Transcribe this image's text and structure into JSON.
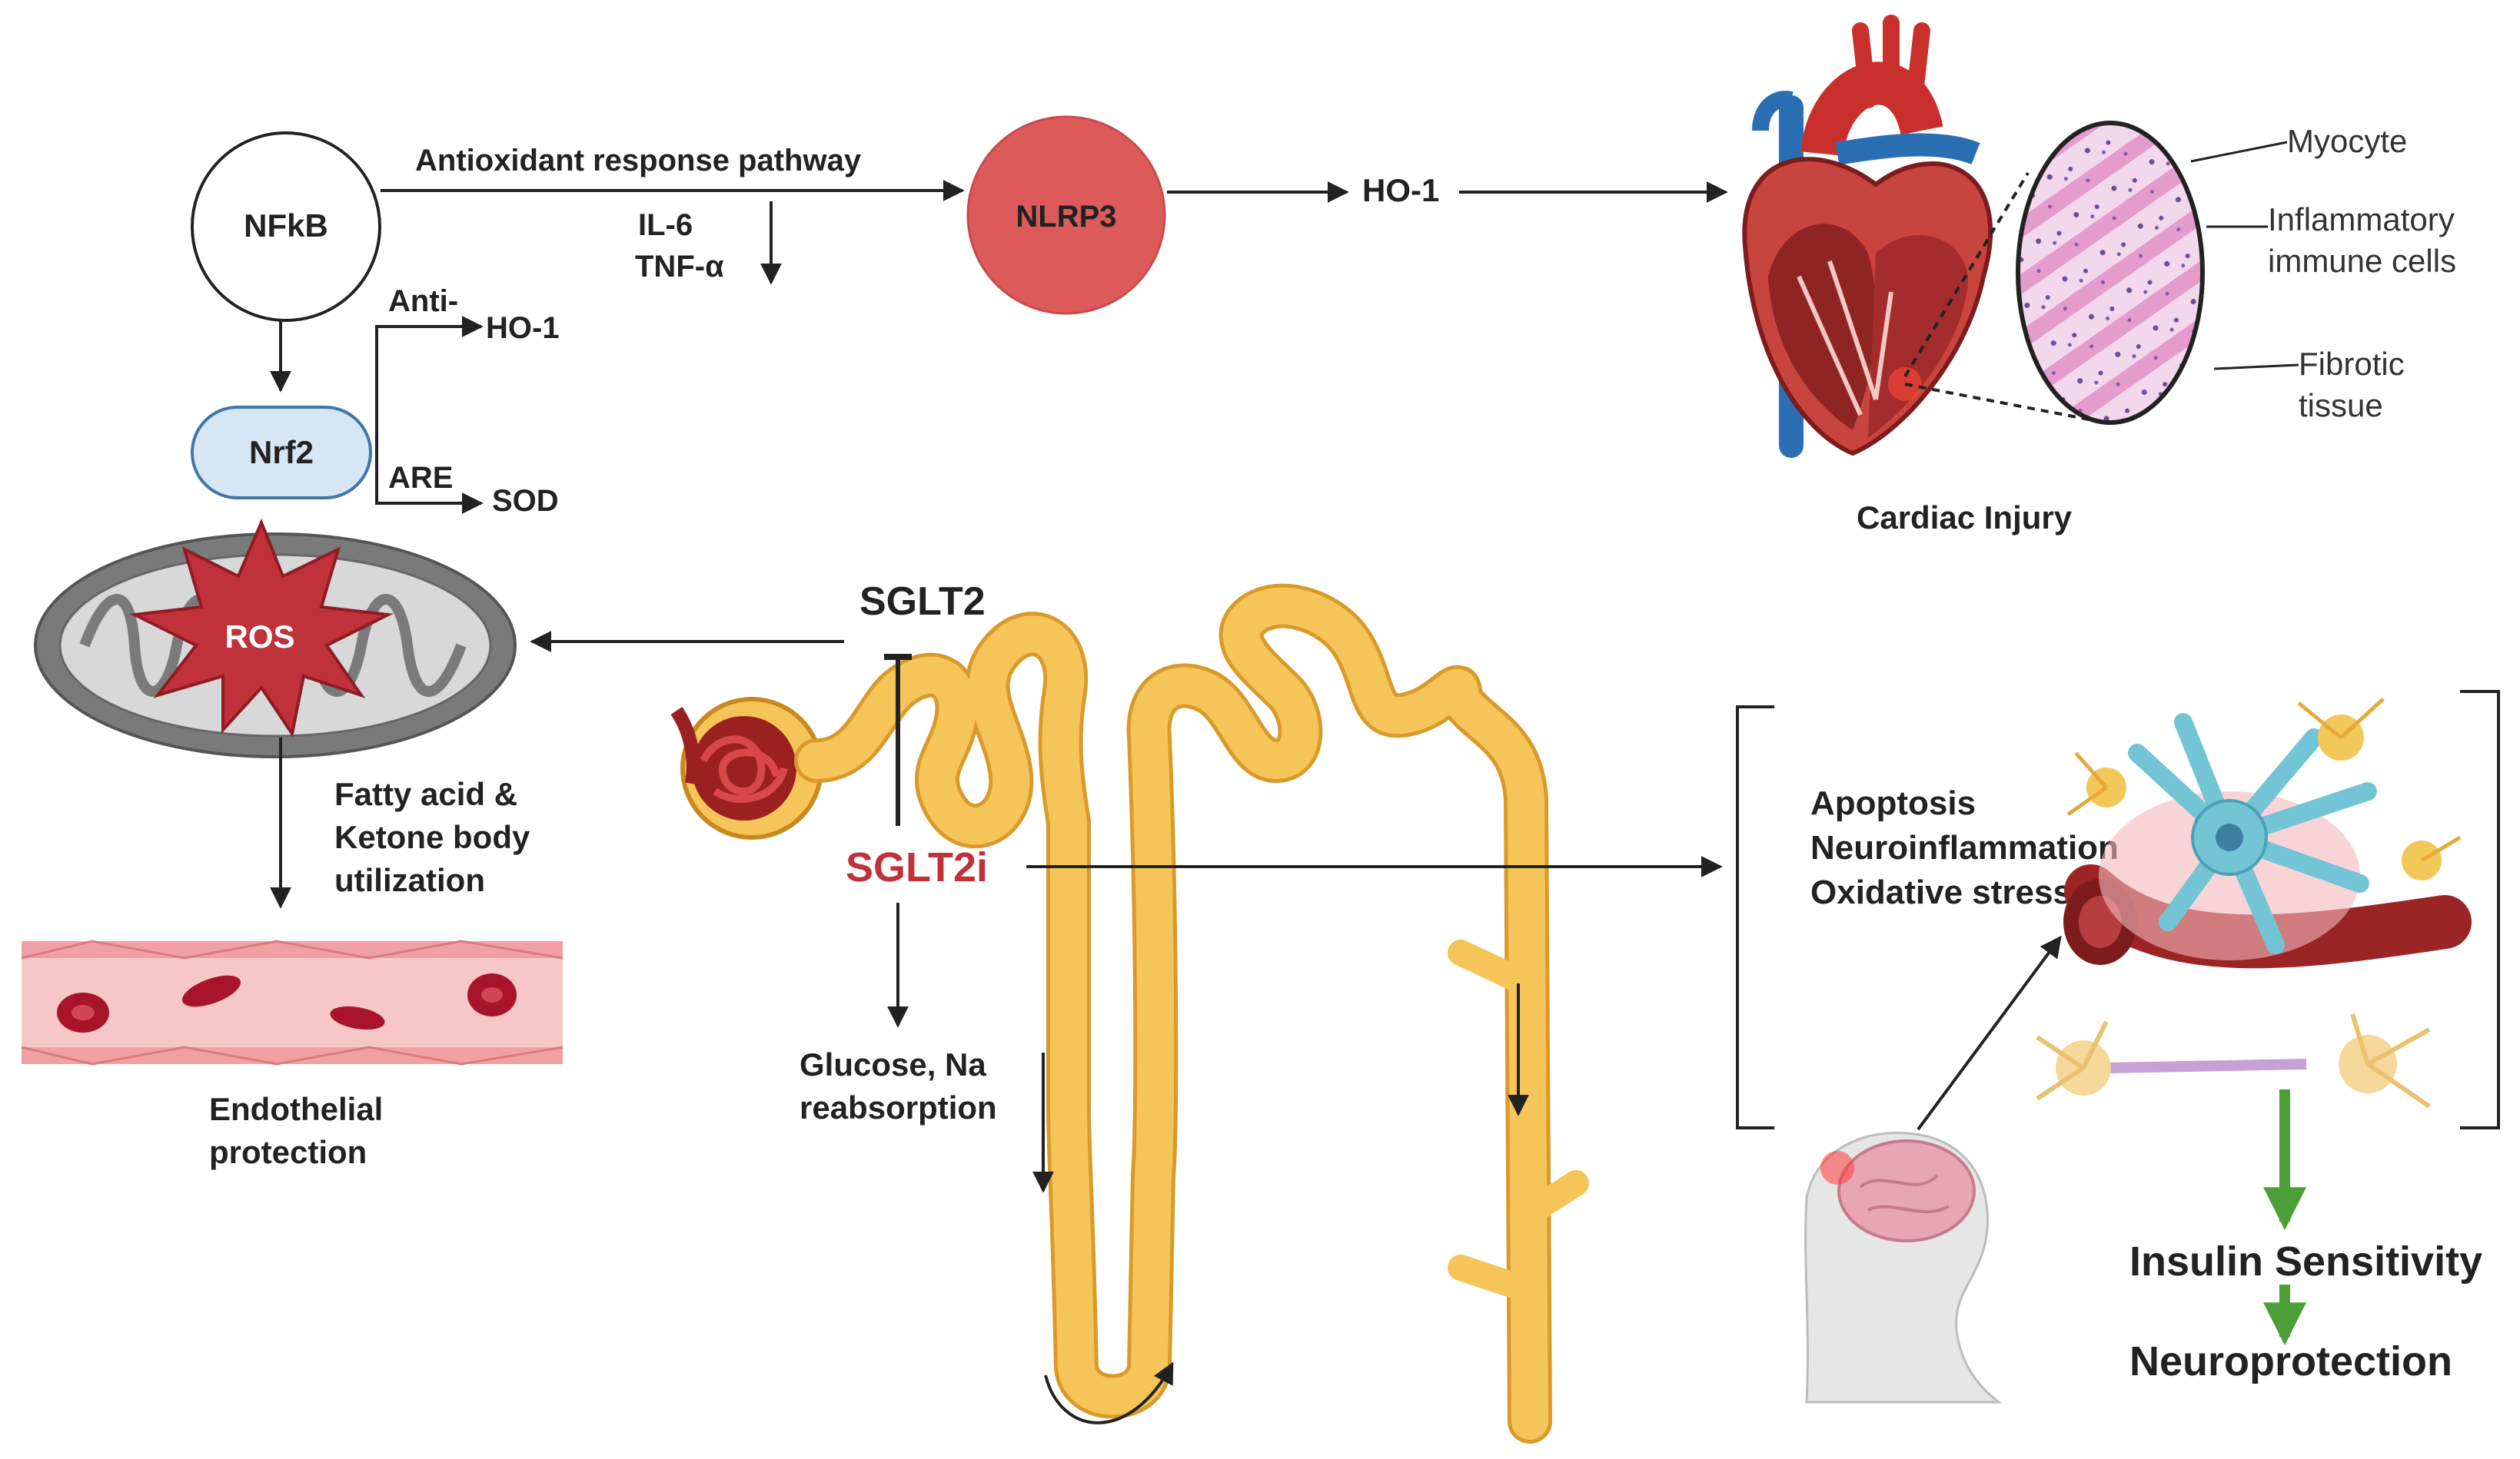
{
  "colors": {
    "accent_red": "#c0313a",
    "nlrp3_fill": "#dd5a5b",
    "nrf2_fill": "#d6e6f4",
    "nrf2_stroke": "#3f77a9",
    "tubule": "#f6c55a",
    "tubule_stroke": "#d99a2b",
    "green_arrow": "#4c9f38",
    "line": "#222222"
  },
  "nodes": {
    "nfkb": "NFkB",
    "nrf2": "Nrf2",
    "nlrp3": "NLRP3",
    "ros": "ROS"
  },
  "labels": {
    "antioxidant_pathway": "Antioxidant response pathway",
    "il6": "IL-6",
    "tnf": "TNF-α",
    "ho1_top": "HO-1",
    "anti": "Anti-",
    "ho1_left": "HO-1",
    "are": "ARE",
    "sod": "SOD",
    "sglt2": "SGLT2",
    "sglt2i": "SGLT2i",
    "fatty_1": "Fatty acid &",
    "fatty_2": "Ketone body",
    "fatty_3": "utilization",
    "endo_1": "Endothelial",
    "endo_2": "protection",
    "glucose_1": "Glucose, Na",
    "glucose_2": "reabsorption",
    "cardiac": "Cardiac Injury",
    "myocyte": "Myocyte",
    "inflam_1": "Inflammatory",
    "inflam_2": "immune cells",
    "fibrotic_1": "Fibrotic",
    "fibrotic_2": "tissue",
    "apoptosis": "Apoptosis",
    "neuroinflammation": "Neuroinflammation",
    "oxidative": "Oxidative stress",
    "insulin": "Insulin Sensitivity",
    "neuroprotection": "Neuroprotection"
  }
}
